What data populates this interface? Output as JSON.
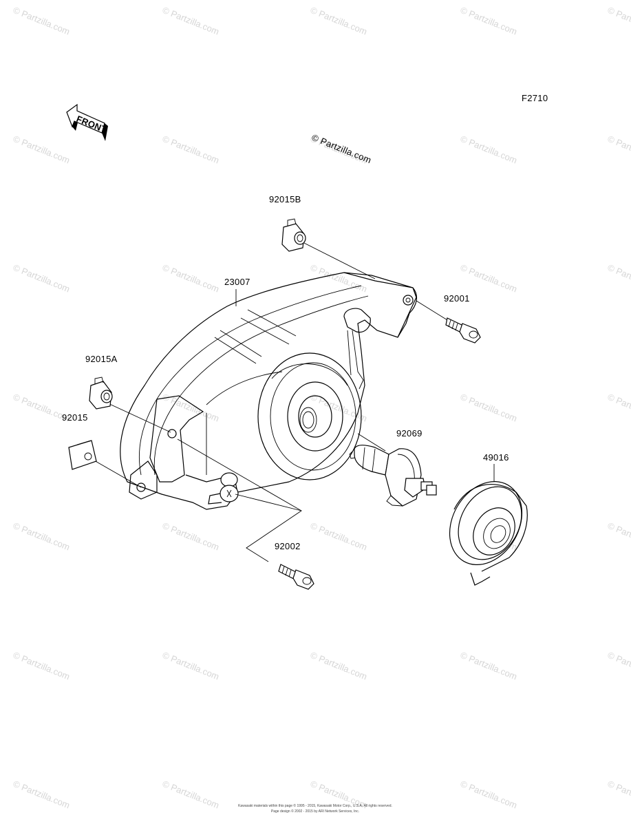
{
  "figure_code": "F2710",
  "copyright_mark": "© Partzilla.com",
  "watermark_text": "© Partzilla.com",
  "front_arrow_label": "FRONT",
  "parts": {
    "p92015B": "92015B",
    "p23007": "23007",
    "p92001": "92001",
    "p92015A": "92015A",
    "p92015": "92015",
    "p92069": "92069",
    "p49016": "49016",
    "p92002": "92002"
  },
  "footer": {
    "line1": "Kawasaki materials within this page © 1995 - 2015, Kawasaki Motor Corp., U.S.A. All rights reserved.",
    "line2": "Page design © 2002 - 2015 by ARI Network Services, Inc."
  }
}
